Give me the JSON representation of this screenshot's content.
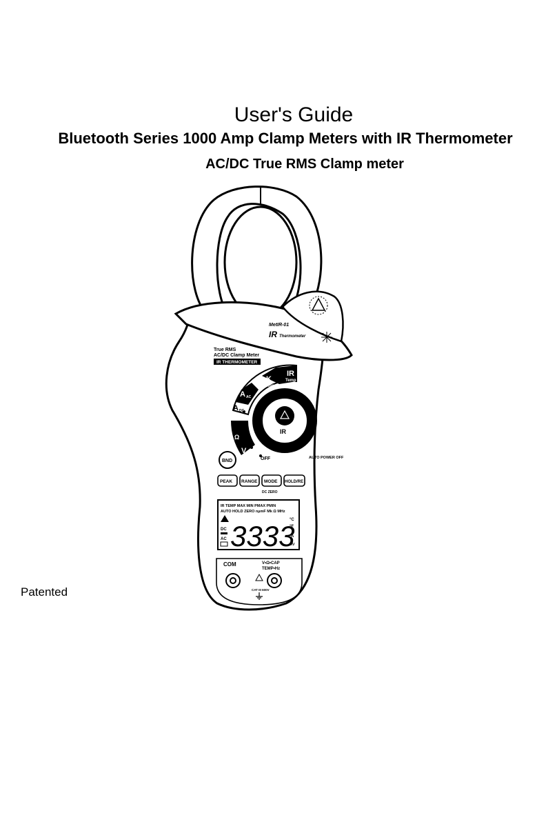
{
  "document": {
    "title": "User's Guide",
    "subtitle": "Bluetooth Series 1000 Amp Clamp Meters with IR Thermometer",
    "subtitle2": "AC/DC True RMS Clamp meter",
    "footnote": "Patented"
  },
  "meter": {
    "jaw_label_top": "MetIR-01",
    "jaw_label_ir": "IR",
    "jaw_label_thermo": "Thermometer",
    "body_label_1": "True RMS",
    "body_label_2": "AC/DC Clamp Meter",
    "body_label_3": "IR THERMOMETER",
    "dial": {
      "k_temp": "K",
      "k_temp_sub": "Temp",
      "ir_temp": "IR",
      "ir_temp_sub": "Temp",
      "a_ac": "A",
      "a_ac_sub": "AC",
      "a_dc": "A",
      "a_dc_sub": "DC",
      "ohm": "Ω",
      "volt": "V",
      "off": "OFF",
      "center": "IR"
    },
    "auto_power_off": "AUTO POWER OFF",
    "buttons": {
      "bt": "BND",
      "peak": "PEAK",
      "range": "RANGE",
      "mode": "MODE",
      "hold": "HOLD/RE",
      "mode_sub": "DC ZERO"
    },
    "lcd": {
      "row1": "IR TEMP  MAX MIN PMAX PMIN",
      "row2": "AUTO HOLD ZERO  nµmF Mk Ω MHz",
      "digits": "3333",
      "left_dc": "DC",
      "left_ac": "AC",
      "unit_c": "°C",
      "unit_f": "°F",
      "unit_a": "A",
      "unit_mv": "mV"
    },
    "jacks": {
      "com": "COM",
      "vohm": "V•Ω•CAP",
      "temp_hz": "TEMP•Hz",
      "cat": "CAT III 600V"
    }
  }
}
